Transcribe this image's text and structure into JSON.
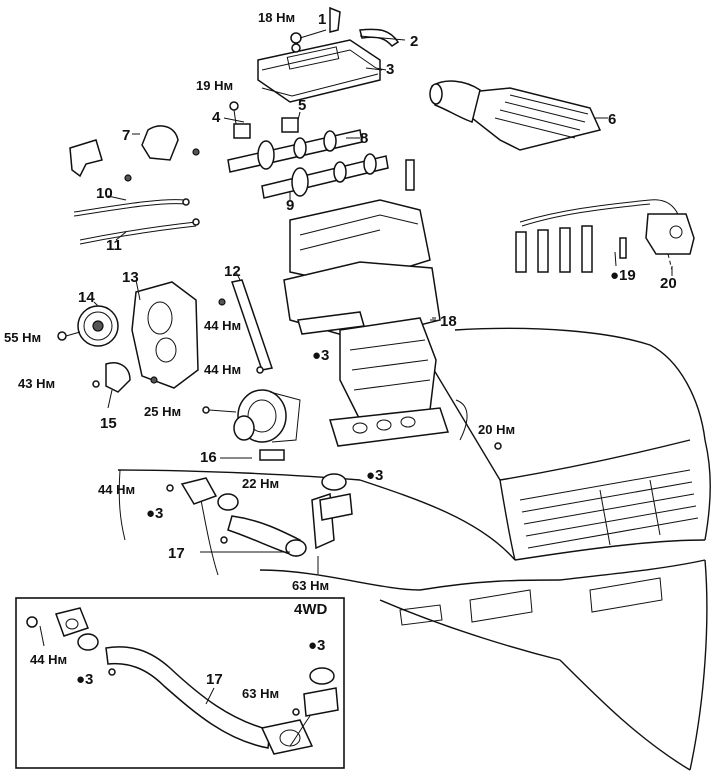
{
  "part_numbers": {
    "p1": "1",
    "p2": "2",
    "p3": "3",
    "p4": "4",
    "p5": "5",
    "p6": "6",
    "p7": "7",
    "p8": "8",
    "p9": "9",
    "p10": "10",
    "p11": "11",
    "p12": "12",
    "p13": "13",
    "p14": "14",
    "p15": "15",
    "p16": "16",
    "p17": "17",
    "p18": "18",
    "p19": "19",
    "p20": "20",
    "p17_4wd": "17"
  },
  "torque_labels": {
    "t18": "18 Нм",
    "t19": "19 Нм",
    "t44a": "44 Нм",
    "t44b": "44 Нм",
    "t55": "55 Нм",
    "t43": "43 Нм",
    "t25": "25 Нм",
    "t20": "20 Нм",
    "t22": "22 Нм",
    "t44c": "44 Нм",
    "t63": "63 Нм",
    "t44_4wd": "44 Нм",
    "t63_4wd": "63 Нм"
  },
  "replace_marks": {
    "m3a": "●3",
    "m19": "●19",
    "m3b": "●3",
    "m3c": "●3",
    "m3_4wd_a": "●3",
    "m3_4wd_b": "●3"
  },
  "inset": {
    "title": "4WD"
  }
}
